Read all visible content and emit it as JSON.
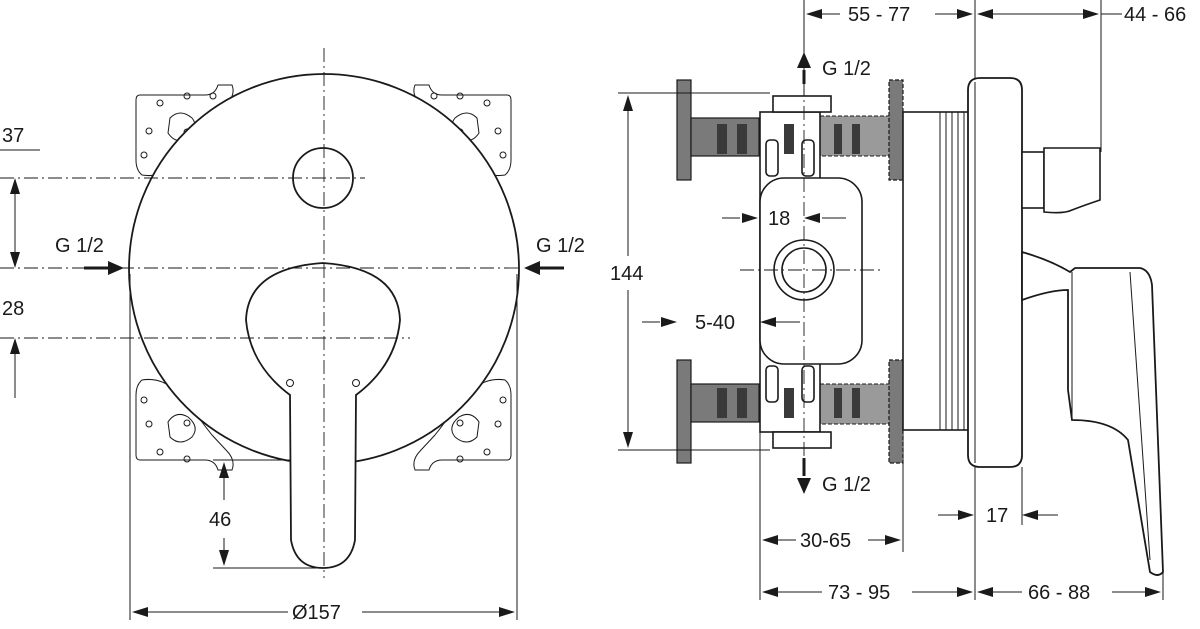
{
  "front_view": {
    "dim_37": "37",
    "dim_28": "28",
    "inlet_left": "G 1/2",
    "inlet_right": "G 1/2",
    "dim_46": "46",
    "dim_diameter": "Ø157"
  },
  "side_view": {
    "dim_55_77": "55 - 77",
    "dim_44_66": "44 - 66",
    "outlet_top": "G 1/2",
    "outlet_bottom": "G 1/2",
    "dim_144": "144",
    "dim_18": "18",
    "dim_5_40": "5-40",
    "dim_17": "17",
    "dim_30_65": "30-65",
    "dim_73_95": "73 - 95",
    "dim_66_88": "66 - 88"
  }
}
